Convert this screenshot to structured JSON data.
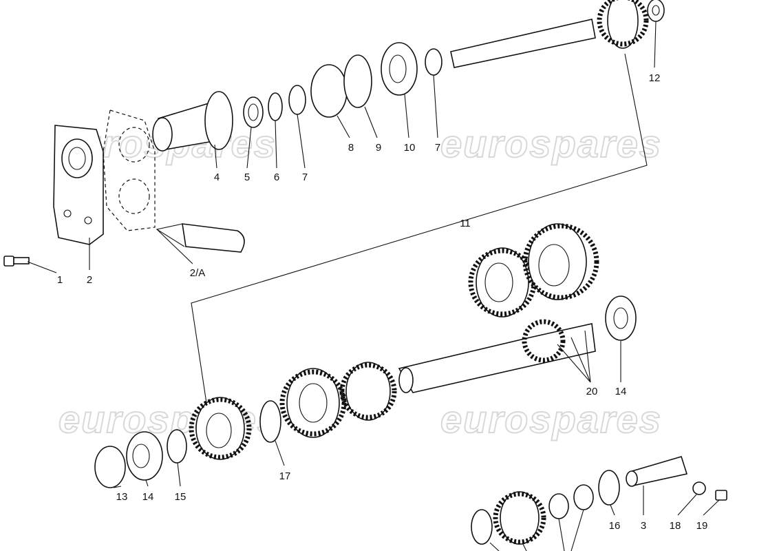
{
  "watermark": "eurospares",
  "callouts": {
    "c1": "1",
    "c2": "2",
    "c2a": "2/A",
    "c4": "4",
    "c5": "5",
    "c6": "6",
    "c7a": "7",
    "c8": "8",
    "c9": "9",
    "c10": "10",
    "c7b": "7",
    "c12": "12",
    "c11": "11",
    "c20": "20",
    "c14a": "14",
    "c13": "13",
    "c14b": "14",
    "c15": "15",
    "c17": "17",
    "c16": "16",
    "c3": "3",
    "c18": "18",
    "c19": "19"
  }
}
